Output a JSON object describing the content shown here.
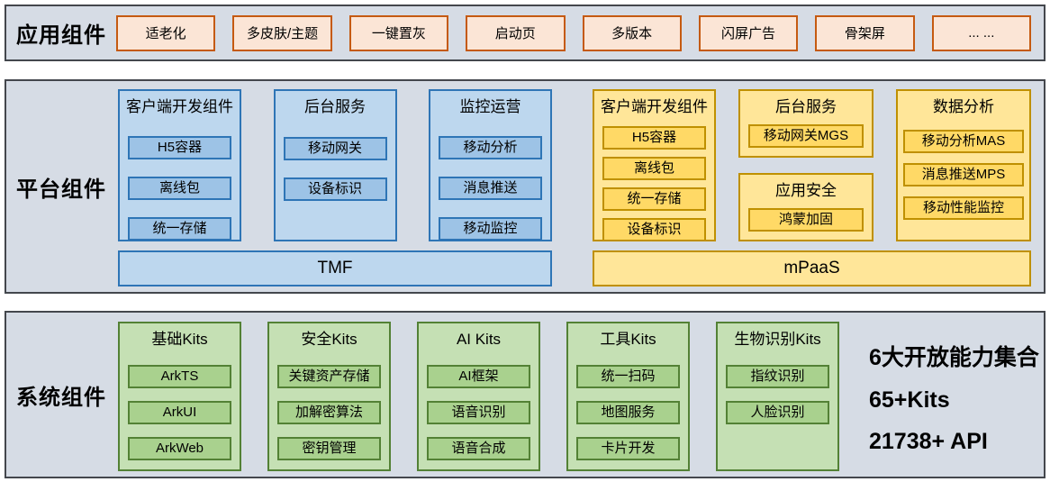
{
  "colors": {
    "band_bg": "#d6dce5",
    "band_border": "#44474d",
    "orange_fill": "#fbe5d6",
    "orange_border": "#c55a11",
    "blue_fill": "#bdd7ee",
    "blue_inner": "#9dc3e6",
    "blue_border": "#2e75b6",
    "yellow_fill": "#ffe699",
    "yellow_inner": "#ffd966",
    "yellow_border": "#bf9000",
    "green_fill": "#c5e0b4",
    "green_inner": "#a9d18e",
    "green_border": "#538135"
  },
  "app": {
    "label": "应用组件",
    "items": [
      "适老化",
      "多皮肤/主题",
      "一键置灰",
      "启动页",
      "多版本",
      "闪屏广告",
      "骨架屏",
      "... ..."
    ]
  },
  "platform": {
    "label": "平台组件",
    "tmf": {
      "bar": "TMF",
      "columns": [
        {
          "title": "客户端开发组件",
          "items": [
            "H5容器",
            "离线包",
            "统一存储"
          ]
        },
        {
          "title": "后台服务",
          "items": [
            "移动网关",
            "设备标识"
          ]
        },
        {
          "title": "监控运营",
          "items": [
            "移动分析",
            "消息推送",
            "移动监控"
          ]
        }
      ]
    },
    "mpaas": {
      "bar": "mPaaS",
      "client": {
        "title": "客户端开发组件",
        "items": [
          "H5容器",
          "离线包",
          "统一存储",
          "设备标识"
        ]
      },
      "backend": {
        "title": "后台服务",
        "items": [
          "移动网关MGS"
        ]
      },
      "security": {
        "title": "应用安全",
        "items": [
          "鸿蒙加固"
        ]
      },
      "analytics": {
        "title": "数据分析",
        "items": [
          "移动分析MAS",
          "消息推送MPS",
          "移动性能监控"
        ]
      }
    }
  },
  "system": {
    "label": "系统组件",
    "columns": [
      {
        "title": "基础Kits",
        "items": [
          "ArkTS",
          "ArkUI",
          "ArkWeb"
        ]
      },
      {
        "title": "安全Kits",
        "items": [
          "关键资产存储",
          "加解密算法",
          "密钥管理"
        ]
      },
      {
        "title": "AI Kits",
        "items": [
          "AI框架",
          "语音识别",
          "语音合成"
        ]
      },
      {
        "title": "工具Kits",
        "items": [
          "统一扫码",
          "地图服务",
          "卡片开发"
        ]
      },
      {
        "title": "生物识别Kits",
        "items": [
          "指纹识别",
          "人脸识别"
        ]
      }
    ],
    "stats": [
      "6大开放能力集合",
      "65+Kits",
      "21738+ API"
    ]
  }
}
